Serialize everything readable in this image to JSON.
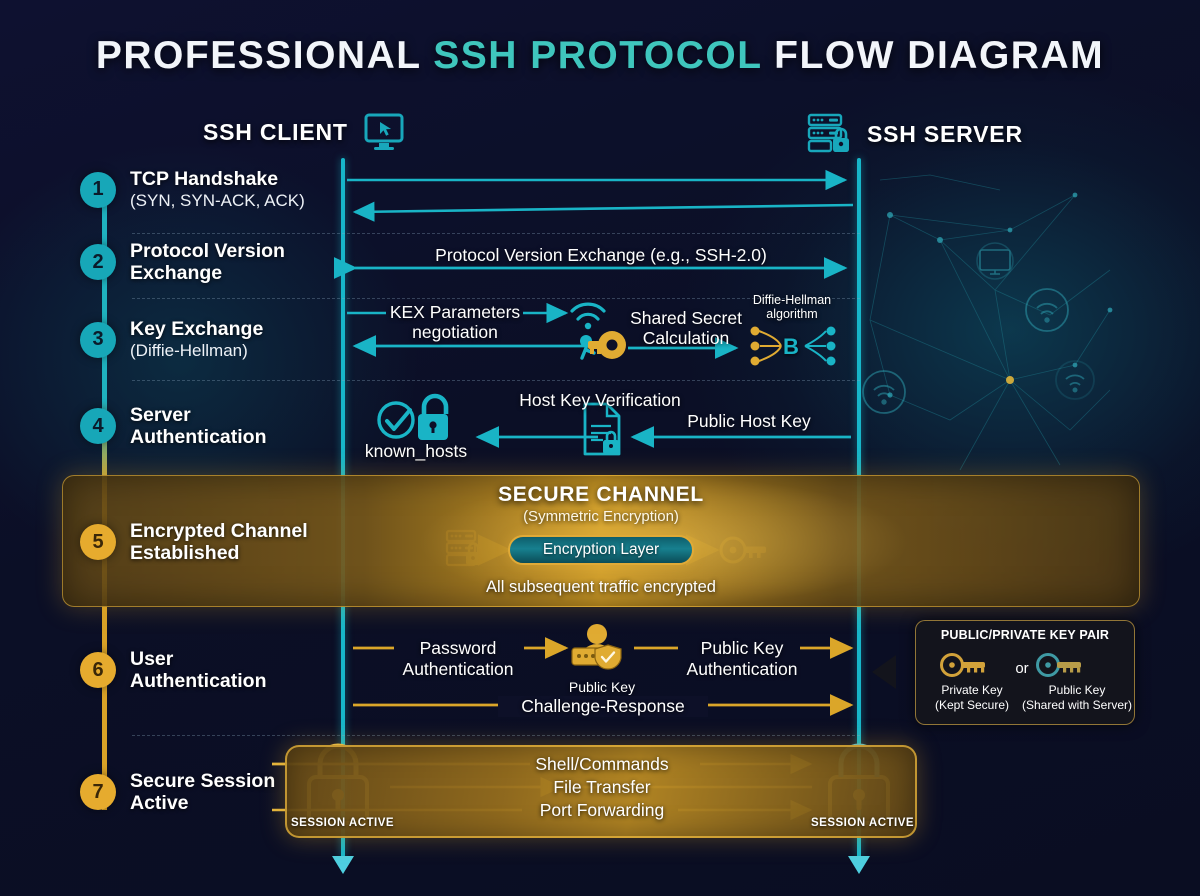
{
  "title": {
    "before": "PROFESSIONAL ",
    "accent": "SSH PROTOCOL",
    "after": " FLOW DIAGRAM"
  },
  "endpoints": {
    "client": {
      "label": "SSH CLIENT",
      "icon": "monitor-cursor-icon"
    },
    "server": {
      "label": "SSH SERVER",
      "icon": "server-lock-icon"
    }
  },
  "steps": [
    {
      "number": "1",
      "title": "TCP Handshake",
      "subtitle": "(SYN, SYN-ACK, ACK)",
      "color": "#17a7b8"
    },
    {
      "number": "2",
      "title": "Protocol Version",
      "subtitle": "Exchange",
      "color": "#17a7b8"
    },
    {
      "number": "3",
      "title": "Key Exchange",
      "subtitle": "(Diffie-Hellman)",
      "color": "#17a7b8"
    },
    {
      "number": "4",
      "title": "Server",
      "subtitle": "Authentication",
      "color": "#17a7b8"
    },
    {
      "number": "5",
      "title": "Encrypted Channel",
      "subtitle": "Established",
      "color": "#e6ab2e"
    },
    {
      "number": "6",
      "title": "User",
      "subtitle": "Authentication",
      "color": "#e6ab2e"
    },
    {
      "number": "7",
      "title": "Secure Session",
      "subtitle": "Active",
      "color": "#e6ab2e"
    }
  ],
  "flows": {
    "step2_label": "Protocol Version Exchange (e.g., SSH-2.0)",
    "step3_kex_line1": "KEX Parameters",
    "step3_kex_line2": "negotiation",
    "step3_shared_line1": "Shared Secret",
    "step3_shared_line2": "Calculation",
    "step3_dh_line1": "Diffie-Hellman",
    "step3_dh_line2": "algorithm",
    "step3_dh_letter": "B",
    "step4_host_key_verification": "Host Key Verification",
    "step4_public_host_key": "Public Host Key",
    "step4_known_hosts": "known_hosts",
    "step6_password_line1": "Password",
    "step6_password_line2": "Authentication",
    "step6_publickey_line1": "Public Key",
    "step6_publickey_line2": "Authentication",
    "step6_challenge_line1": "Public Key",
    "step6_challenge_line2": "Challenge-Response"
  },
  "secure_channel": {
    "title": "SECURE CHANNEL",
    "subtitle": "(Symmetric Encryption)",
    "tube_label": "Encryption Layer",
    "footer": "All subsequent traffic encrypted"
  },
  "session": {
    "left_tag": "SESSION ACTIVE",
    "right_tag": "SESSION ACTIVE",
    "channels": [
      "Shell/Commands",
      "File Transfer",
      "Port Forwarding"
    ]
  },
  "keypair": {
    "title": "PUBLIC/PRIVATE KEY PAIR",
    "or": "or",
    "private_line1": "Private Key",
    "private_line2": "(Kept Secure)",
    "public_line1": "Public Key",
    "public_line2": "(Shared with Server)"
  },
  "colors": {
    "background": "#0d1028",
    "teal": "#17b6c9",
    "teal_accent": "#3fc6bd",
    "gold": "#e6ab2e",
    "gold_deep": "#d6a024",
    "text": "#ffffff"
  }
}
